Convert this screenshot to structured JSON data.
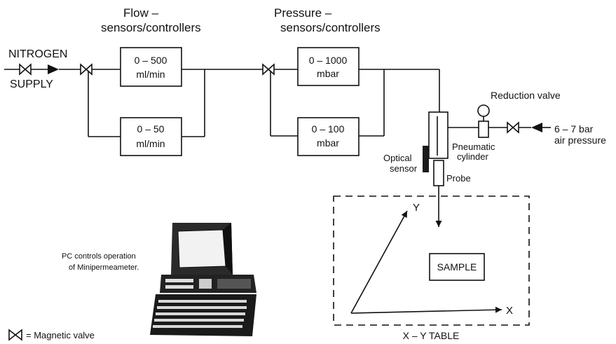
{
  "texts": {
    "flow_heading_line1": "Flow –",
    "flow_heading_line2": "sensors/controllers",
    "pressure_heading_line1": "Pressure –",
    "pressure_heading_line2": "sensors/controllers",
    "nitrogen": "NITROGEN",
    "supply": "SUPPLY",
    "reduction_valve": "Reduction valve",
    "air_pressure_line1": "6 – 7 bar",
    "air_pressure_line2": "air pressure",
    "pneumatic_line1": "Pneumatic",
    "pneumatic_line2": "cylinder",
    "optical_line1": "Optical",
    "optical_line2": "sensor",
    "probe": "Probe",
    "pc_line1": "PC controls operation",
    "pc_line2": "of Minipermeameter.",
    "axis_y": "Y",
    "axis_x": "X",
    "sample": "SAMPLE",
    "xy_table": "X  –  Y TABLE",
    "legend_magnetic_valve": "= Magnetic valve"
  },
  "boxes": {
    "flow_high": {
      "line1": "0 – 500",
      "line2": "ml/min"
    },
    "flow_low": {
      "line1": "0 – 50",
      "line2": "ml/min"
    },
    "pressure_high": {
      "line1": "0 – 1000",
      "line2": "mbar"
    },
    "pressure_low": {
      "line1": "0 – 100",
      "line2": "mbar"
    }
  },
  "colors": {
    "ink": "#111111",
    "background": "#ffffff",
    "screen": "#f2f2f2",
    "optical_sensor_fill": "#1a1a1a"
  },
  "icons": {
    "magnetic_valve": "bowtie-valve-icon",
    "reduction_valve": "reduction-valve-icon",
    "computer": "desktop-computer-icon"
  }
}
